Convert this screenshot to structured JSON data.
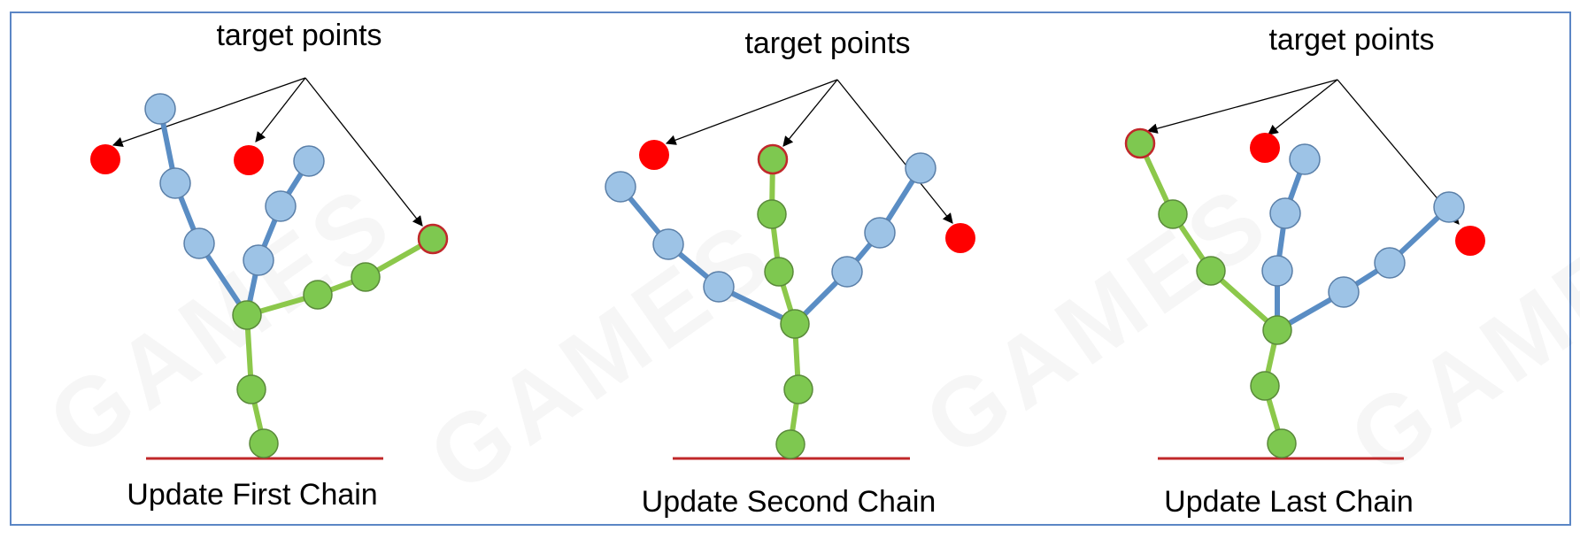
{
  "panels": [
    {
      "target_label": "target points",
      "caption": "Update First Chain"
    },
    {
      "target_label": "target points",
      "caption": "Update Second Chain"
    },
    {
      "target_label": "target points",
      "caption": "Update Last Chain"
    }
  ],
  "watermark_text": "GAMES",
  "colors": {
    "frame": "#5b86c5",
    "bone_blue": "#5a8dc4",
    "bone_green": "#8cc84b",
    "joint_blue": "#9dc3e6",
    "joint_green": "#7ec850",
    "target": "#ff0000",
    "ground": "#c0282a"
  }
}
